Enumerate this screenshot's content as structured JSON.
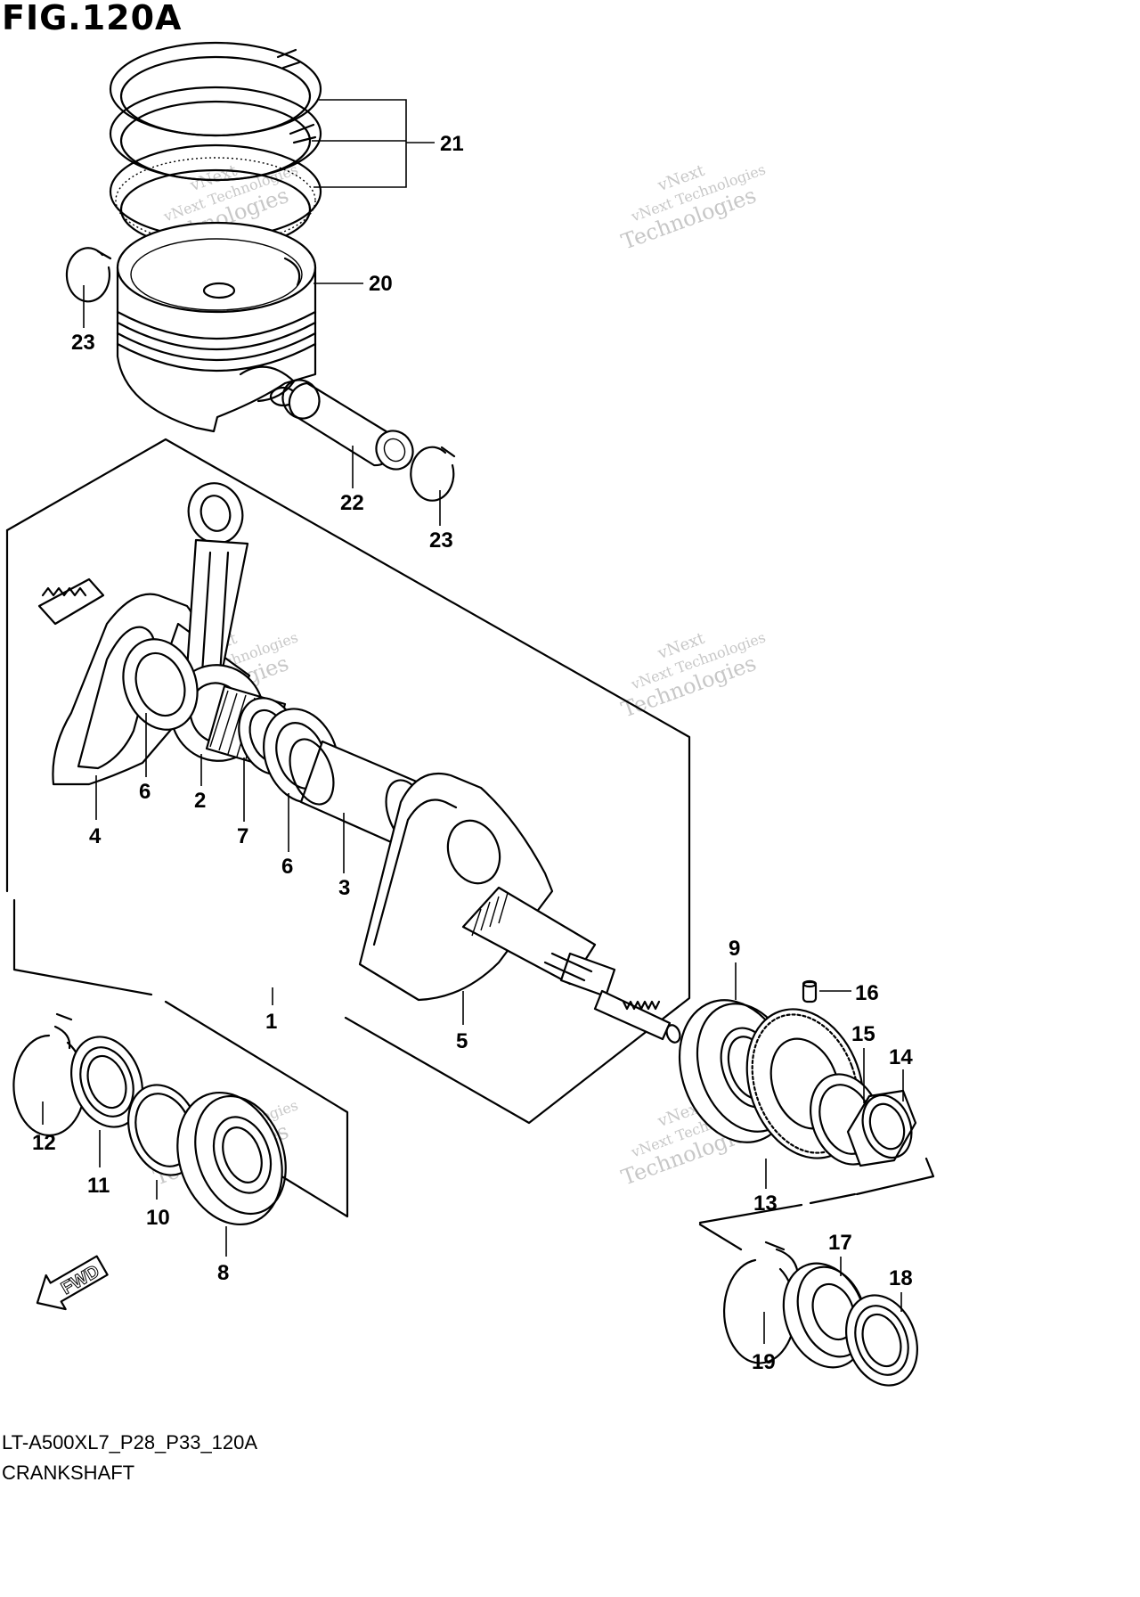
{
  "figure": {
    "title": "FIG.120A",
    "code": "LT-A500XL7_P28_P33_120A",
    "name": "CRANKSHAFT",
    "fwd_label": "FWD",
    "watermark": {
      "line1": "vNext",
      "line2": "vNext Technologies",
      "line3": "Technologies"
    }
  },
  "callouts": {
    "p1": "1",
    "p2": "2",
    "p3": "3",
    "p4": "4",
    "p5": "5",
    "p6a": "6",
    "p6b": "6",
    "p7": "7",
    "p8": "8",
    "p9": "9",
    "p10": "10",
    "p11": "11",
    "p12": "12",
    "p13": "13",
    "p14": "14",
    "p15": "15",
    "p16": "16",
    "p17": "17",
    "p18": "18",
    "p19": "19",
    "p20": "20",
    "p21": "21",
    "p22": "22",
    "p23a": "23",
    "p23b": "23"
  }
}
